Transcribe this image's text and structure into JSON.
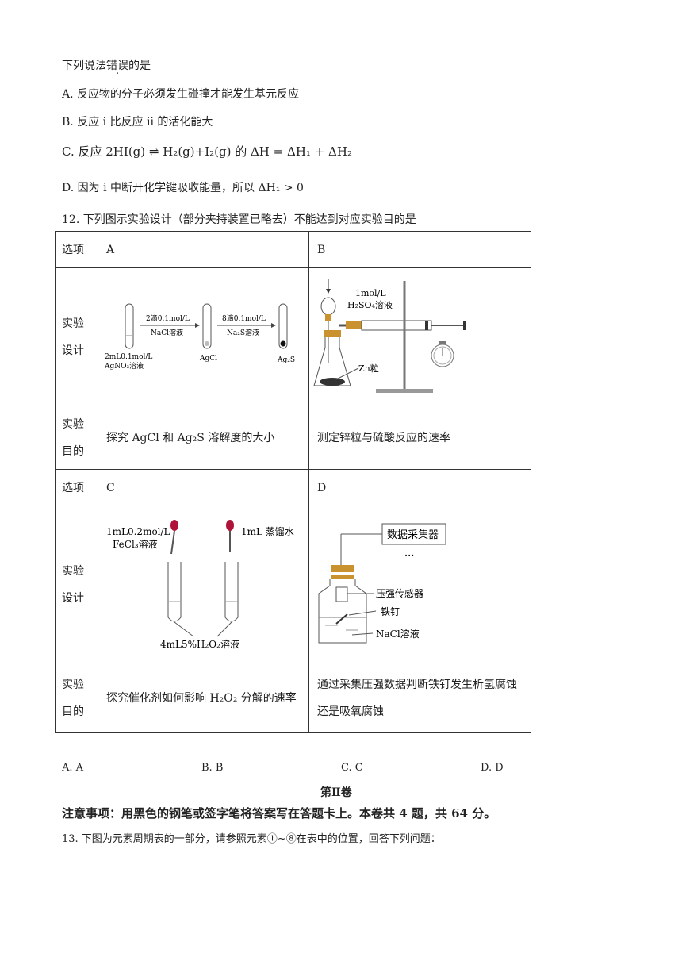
{
  "intro": {
    "prefix": "下列说法",
    "emph": "错误",
    "suffix": "的是"
  },
  "options": [
    {
      "label": "A.",
      "text": "反应物的分子必须发生碰撞才能发生基元反应"
    },
    {
      "label": "B.",
      "text": "反应 i 比反应 ii 的活化能大"
    },
    {
      "label": "C.",
      "text": "反应 2HI(g) ⇌ H₂(g)+I₂(g) 的 ΔH = ΔH₁ + ΔH₂"
    },
    {
      "label": "D.",
      "text": "因为 i 中断开化学键吸收能量，所以 ΔH₁ > 0"
    }
  ],
  "q12": {
    "stem": "12. 下列图示实验设计（部分夹持装置已略去）不能达到对应实验目的是",
    "row_option": "选项",
    "row_design": "实验设计",
    "row_goal": "实验目的",
    "A": {
      "letter": "A",
      "goal": "探究 AgCl 和 Ag₂S 溶解度的大小",
      "fig": {
        "tube1": "2mL0.1mol/L",
        "tube1b": "AgNO₃溶液",
        "arrow1a": "2滴0.1mol/L",
        "arrow1b": "NaCl溶液",
        "tube2": "AgCl",
        "arrow2a": "8滴0.1mol/L",
        "arrow2b": "Na₂S溶液",
        "tube3": "Ag₂S"
      }
    },
    "B": {
      "letter": "B",
      "goal": "测定锌粒与硫酸反应的速率",
      "fig": {
        "acid1": "1mol/L",
        "acid2": "H₂SO₄溶液",
        "zn": "Zn粒"
      }
    },
    "C": {
      "letter": "C",
      "goal": "探究催化剂如何影响 H₂O₂ 分解的速率",
      "fig": {
        "left1": "1mL0.2mol/L",
        "left2": "FeCl₃溶液",
        "right": "1mL 蒸馏水",
        "bottom": "4mL5%H₂O₂溶液"
      }
    },
    "D": {
      "letter": "D",
      "goal": "通过采集压强数据判断铁钉发生析氢腐蚀还是吸氧腐蚀",
      "fig": {
        "collector": "数据采集器",
        "sensor": "压强传感器",
        "nail": "铁钉",
        "solution": "NaCl溶液"
      }
    }
  },
  "answers": [
    "A. A",
    "B. B",
    "C. C",
    "D. D"
  ],
  "section": "第Ⅱ卷",
  "notice": "注意事项：用黑色的钢笔或签字笔将答案写在答题卡上。本卷共 4 题，共 64 分。",
  "q13": "13. 下图为元素周期表的一部分，请参照元素①~⑧在表中的位置，回答下列问题："
}
